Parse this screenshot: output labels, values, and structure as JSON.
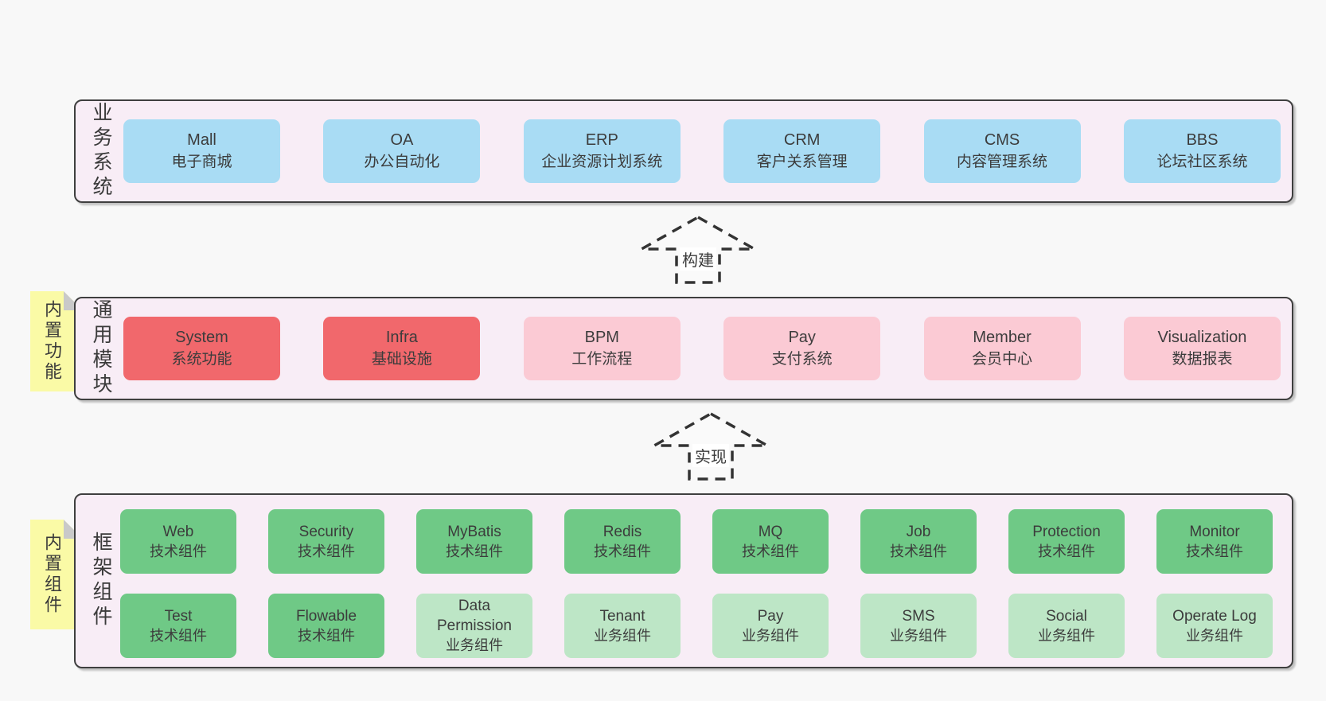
{
  "colors": {
    "page_background": "#f8f8f8",
    "band_background": "#f8edf6",
    "band_border": "#3f3f3f",
    "blue_box": "#a9dcf4",
    "red_box": "#f1686c",
    "pink_box": "#fbcad4",
    "green_box": "#6fc986",
    "light_green_box": "#bde6c6",
    "sticky_yellow": "#fafaa6",
    "text": "#3c3c3c"
  },
  "arrows": [
    {
      "label": "构建"
    },
    {
      "label": "实现"
    }
  ],
  "bands": [
    {
      "label": "业务系统",
      "boxes": [
        {
          "title": "Mall",
          "subtitle": "电子商城",
          "variant": "blue"
        },
        {
          "title": "OA",
          "subtitle": "办公自动化",
          "variant": "blue"
        },
        {
          "title": "ERP",
          "subtitle": "企业资源计划系统",
          "variant": "blue"
        },
        {
          "title": "CRM",
          "subtitle": "客户关系管理",
          "variant": "blue"
        },
        {
          "title": "CMS",
          "subtitle": "内容管理系统",
          "variant": "blue"
        },
        {
          "title": "BBS",
          "subtitle": "论坛社区系统",
          "variant": "blue"
        }
      ]
    },
    {
      "label": "通用模块",
      "sticky": "内置功能",
      "boxes": [
        {
          "title": "System",
          "subtitle": "系统功能",
          "variant": "red"
        },
        {
          "title": "Infra",
          "subtitle": "基础设施",
          "variant": "red"
        },
        {
          "title": "BPM",
          "subtitle": "工作流程",
          "variant": "pink"
        },
        {
          "title": "Pay",
          "subtitle": "支付系统",
          "variant": "pink"
        },
        {
          "title": "Member",
          "subtitle": "会员中心",
          "variant": "pink"
        },
        {
          "title": "Visualization",
          "subtitle": "数据报表",
          "variant": "pink"
        }
      ]
    },
    {
      "label": "框架组件",
      "sticky": "内置组件",
      "rows": [
        [
          {
            "title": "Web",
            "subtitle": "技术组件",
            "variant": "green"
          },
          {
            "title": "Security",
            "subtitle": "技术组件",
            "variant": "green"
          },
          {
            "title": "MyBatis",
            "subtitle": "技术组件",
            "variant": "green"
          },
          {
            "title": "Redis",
            "subtitle": "技术组件",
            "variant": "green"
          },
          {
            "title": "MQ",
            "subtitle": "技术组件",
            "variant": "green"
          },
          {
            "title": "Job",
            "subtitle": "技术组件",
            "variant": "green"
          },
          {
            "title": "Protection",
            "subtitle": "技术组件",
            "variant": "green"
          },
          {
            "title": "Monitor",
            "subtitle": "技术组件",
            "variant": "green"
          }
        ],
        [
          {
            "title": "Test",
            "subtitle": "技术组件",
            "variant": "green"
          },
          {
            "title": "Flowable",
            "subtitle": "技术组件",
            "variant": "green"
          },
          {
            "title": "Data Permission",
            "subtitle": "业务组件",
            "variant": "lightgreen"
          },
          {
            "title": "Tenant",
            "subtitle": "业务组件",
            "variant": "lightgreen"
          },
          {
            "title": "Pay",
            "subtitle": "业务组件",
            "variant": "lightgreen"
          },
          {
            "title": "SMS",
            "subtitle": "业务组件",
            "variant": "lightgreen"
          },
          {
            "title": "Social",
            "subtitle": "业务组件",
            "variant": "lightgreen"
          },
          {
            "title": "Operate Log",
            "subtitle": "业务组件",
            "variant": "lightgreen"
          }
        ]
      ]
    }
  ]
}
